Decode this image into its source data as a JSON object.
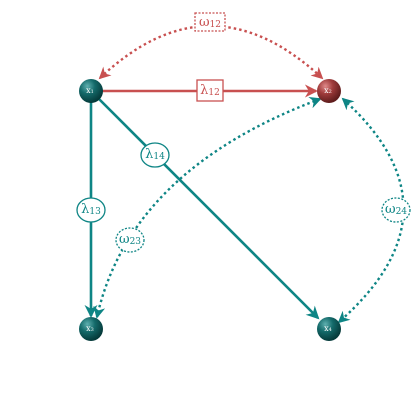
{
  "colors": {
    "teal": "#0e8585",
    "red": "#c85050",
    "node_teal": "#0f5e5e",
    "node_red": "#9c3838"
  },
  "nodes": {
    "x1": {
      "name": "x",
      "sub": "1"
    },
    "x2": {
      "name": "x",
      "sub": "2"
    },
    "x3": {
      "name": "x",
      "sub": "3"
    },
    "x4": {
      "name": "x",
      "sub": "4"
    }
  },
  "edges": {
    "lambda12": {
      "symbol": "λ",
      "sub": "12"
    },
    "lambda13": {
      "symbol": "λ",
      "sub": "13"
    },
    "lambda14": {
      "symbol": "λ",
      "sub": "14"
    },
    "omega12": {
      "symbol": "ω",
      "sub": "12"
    },
    "omega23": {
      "symbol": "ω",
      "sub": "23"
    },
    "omega24": {
      "symbol": "ω",
      "sub": "24"
    }
  }
}
